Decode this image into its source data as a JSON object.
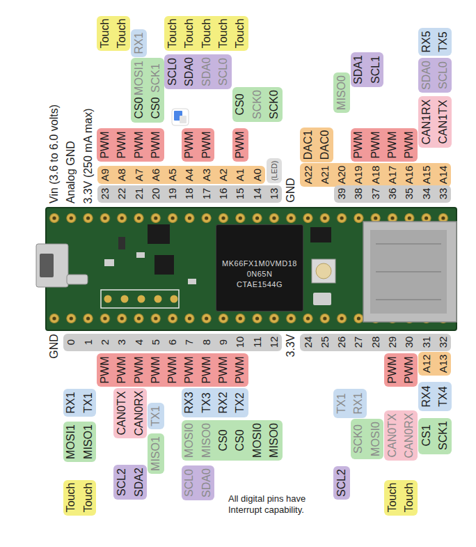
{
  "diagram": {
    "nodes": [
      {
        "text": [
          "Touch",
          "Touch"
        ]
      },
      {
        "text": [
          "Touch",
          "Touch",
          "Touch",
          "Touch",
          "Touch"
        ]
      },
      {
        "text": [
          "RX1"
        ]
      },
      {
        "text": [
          "RX5",
          "TX5"
        ]
      },
      {
        "text": [
          "SDA1",
          "SCL1"
        ]
      },
      {
        "text": [
          "SCL0",
          "SDA0",
          "SDA0",
          "SCL0"
        ]
      },
      {
        "text": [
          "SDA0",
          "SCL0"
        ]
      },
      {
        "text": [
          "MOSI1",
          "SCK1",
          "CS0",
          "CS0"
        ]
      },
      {
        "text": [
          "MISO0"
        ]
      },
      {
        "text": [
          "CS0",
          "SCK0",
          "SCK0"
        ]
      },
      {
        "text": [
          "CAN1RX",
          "CAN1TX"
        ]
      },
      {
        "text": [
          "PWM",
          "PWM",
          "PWM",
          "PWM"
        ]
      },
      {
        "text": [
          "PWM",
          "PWM"
        ]
      },
      {
        "text": [
          "PWM"
        ]
      },
      {
        "text": [
          "DAC1",
          "DAC0"
        ]
      },
      {
        "text": [
          "PWM",
          "PWM",
          "PWM",
          "PWM"
        ]
      },
      {
        "text": [
          "A9",
          "A8",
          "A7",
          "A6",
          "A5",
          "A4",
          "A3",
          "A2",
          "A1",
          "A0"
        ]
      },
      {
        "text": [
          "(LED)"
        ]
      },
      {
        "text": [
          "A22",
          "A21",
          "A20",
          "A19",
          "A18",
          "A17",
          "A16",
          "A15",
          "A14"
        ]
      },
      {
        "text": [
          "23",
          "22",
          "21",
          "20",
          "19",
          "18",
          "17",
          "16",
          "15",
          "14",
          "13"
        ]
      },
      {
        "text": [
          "39",
          "38",
          "37",
          "36",
          "35",
          "34",
          "33"
        ]
      },
      {
        "text": [
          "MK66FX1M0VMD18",
          "0N65N",
          "CTAE1544G"
        ]
      },
      {
        "text": [
          "0",
          "1",
          "2",
          "3",
          "4",
          "5",
          "6",
          "7",
          "8",
          "9",
          "10",
          "11",
          "12"
        ]
      },
      {
        "text": [
          "24",
          "25",
          "26",
          "27",
          "28",
          "29",
          "30",
          "31",
          "32"
        ]
      },
      {
        "text": [
          "A12",
          "A13"
        ]
      },
      {
        "text": [
          "PWM",
          "PWM",
          "PWM",
          "PWM",
          "PWM",
          "PWM",
          "PWM",
          "PWM",
          "PWM"
        ]
      },
      {
        "text": [
          "PWM",
          "PWM"
        ]
      },
      {
        "text": [
          "RX4",
          "TX4"
        ]
      },
      {
        "text": [
          "RX1",
          "TX1"
        ]
      },
      {
        "text": [
          "CAN0TX",
          "CAN0RX"
        ]
      },
      {
        "text": [
          "TX1"
        ]
      },
      {
        "text": [
          "RX3",
          "TX3",
          "RX2",
          "TX2"
        ]
      },
      {
        "text": [
          "TX1",
          "RX1"
        ]
      },
      {
        "text": [
          "CAN0TX",
          "CAN0RX"
        ]
      },
      {
        "text": [
          "CS1",
          "SCK1"
        ]
      },
      {
        "text": [
          "MOSI1",
          "MISO1"
        ]
      },
      {
        "text": [
          "MISO1"
        ]
      },
      {
        "text": [
          "MOSI0",
          "MISO0",
          "CS0",
          "CS0",
          "MOSI0",
          "MISO0"
        ]
      },
      {
        "text": [
          "SCK0",
          "MOSI0"
        ]
      },
      {
        "text": [
          "SCL2",
          "SDA2"
        ]
      },
      {
        "text": [
          "SCL0",
          "SDA0"
        ]
      },
      {
        "text": [
          "SCL2"
        ]
      },
      {
        "text": [
          "Touch",
          "Touch"
        ]
      },
      {
        "text": [
          "Touch",
          "Touch"
        ]
      }
    ],
    "labels": [
      "Vin (3.6 to 6.0 volts)",
      "Analog GND",
      "3.3V (250 mA max)",
      "GND",
      "GND",
      "3.3V",
      "All digital pins have Interrupt capability."
    ]
  }
}
